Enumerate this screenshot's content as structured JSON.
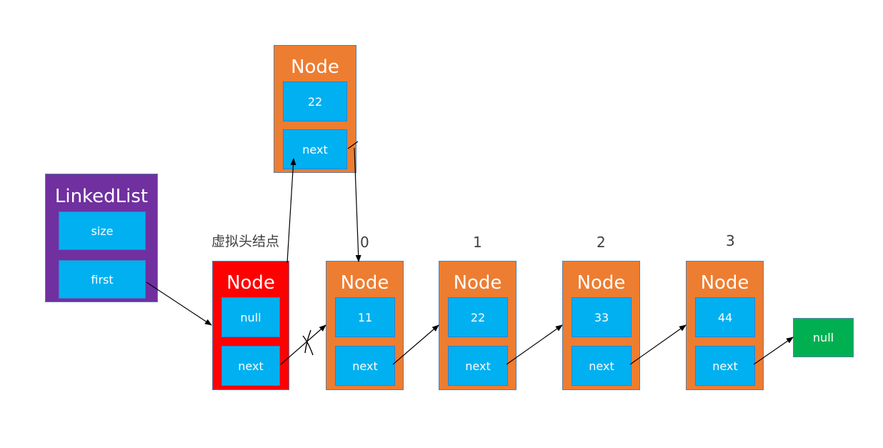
{
  "linkedlist": {
    "title": "LinkedList",
    "fields": [
      "size",
      "first"
    ]
  },
  "dummy": {
    "label": "虚拟头结点",
    "title": "Node",
    "value": "null",
    "next": "next"
  },
  "inserted": {
    "title": "Node",
    "value": "22",
    "next": "next"
  },
  "nodes": [
    {
      "index": "0",
      "title": "Node",
      "value": "11",
      "next": "next"
    },
    {
      "index": "1",
      "title": "Node",
      "value": "22",
      "next": "next"
    },
    {
      "index": "2",
      "title": "Node",
      "value": "33",
      "next": "next"
    },
    {
      "index": "3",
      "title": "Node",
      "value": "44",
      "next": "next"
    }
  ],
  "tail": {
    "value": "null"
  },
  "colors": {
    "node": "#ED7D31",
    "dummy": "#FF0000",
    "linkedlist": "#7030A0",
    "cell": "#00B0F0",
    "null": "#00B050"
  }
}
